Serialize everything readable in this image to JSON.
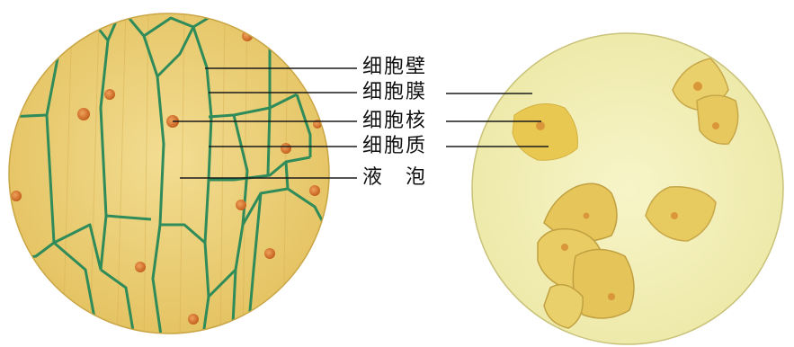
{
  "figure": {
    "left_panel": {
      "subject": "onion epidermis cells (plant cells)",
      "labels": {
        "cell_wall": "细胞壁",
        "cell_membrane": "细胞膜",
        "nucleus": "细胞核",
        "cytoplasm": "细胞质",
        "vacuole": "液　泡"
      }
    },
    "right_panel": {
      "subject": "human oral epithelial cells (animal cells)"
    },
    "colors": {
      "plant_bg": "#ecd27a",
      "cell_wall": "#2f8c5a",
      "nucleus": "#d5742a",
      "animal_bg": "#f2efb4",
      "animal_cell": "#e8c85a",
      "animal_nucleus": "#d9a23a",
      "leader_line": "#1a1a1a"
    }
  }
}
